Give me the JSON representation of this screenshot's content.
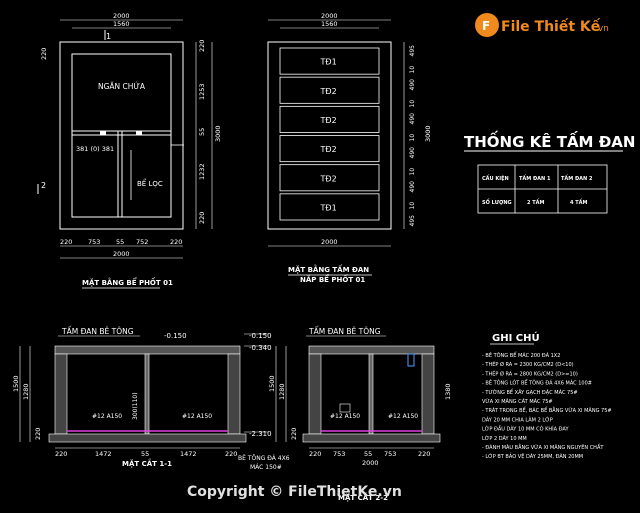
{
  "logo": {
    "text": "File Thiết Kế",
    "suffix": ".vn"
  },
  "copyright": "Copyright © FileThietKe.vn",
  "plan1": {
    "dims_top": [
      "2000",
      "1560"
    ],
    "dims_bottom": [
      "220",
      "753",
      "55",
      "752",
      "220",
      "2000"
    ],
    "dims_left": [
      "220"
    ],
    "dims_right": [
      "220",
      "1253",
      "55",
      "1232",
      "220",
      "3000"
    ],
    "label_ngan_chua": "NGĂN CHỨA",
    "label_be_loc": "BỂ LỌC",
    "label_381": "381 (0) 381",
    "section_mark": "1",
    "section_mark_2": "2",
    "title": "MẶT BẰNG BỂ PHỐT 01"
  },
  "plan2": {
    "dims_top": [
      "2000",
      "1560"
    ],
    "slabs": [
      "TĐ1",
      "TĐ2",
      "TĐ2",
      "TĐ2",
      "TĐ2",
      "TĐ1"
    ],
    "dims_right": [
      "495",
      "10",
      "490",
      "10",
      "490",
      "10",
      "490",
      "10",
      "490",
      "10",
      "495"
    ],
    "dim_total": "3000",
    "dim_bottom": "2000",
    "title_line1": "MẶT BẰNG TẤM ĐAN",
    "title_line2": "NẮP BỂ PHỐT 01"
  },
  "stats": {
    "title": "THỐNG KÊ TẤM ĐAN",
    "headers": [
      "CẤU KIỆN",
      "TẤM ĐAN 1",
      "TẤM ĐAN 2"
    ],
    "row": [
      "SỐ LƯỢNG",
      "2 TẤM",
      "4 TẤM"
    ]
  },
  "section1": {
    "label_slab": "TẤM ĐAN BÊ TÔNG",
    "level_top": "-0.150",
    "level_top2": "-0.150",
    "level_mid": "-0.340",
    "level_bottom": "-2.310",
    "dims_left": [
      "1500",
      "1280",
      "220"
    ],
    "dims_bottom": [
      "220",
      "1472",
      "55",
      "1472",
      "220"
    ],
    "labels_bar": [
      "#12 A150",
      "#12 A150"
    ],
    "label_300": "300(110)",
    "foot_label1": "BÊ TÔNG ĐÁ 4X6",
    "foot_label2": "MÁC 150#",
    "title": "MẶT CẮT 1-1"
  },
  "section2": {
    "label_slab": "TẤM ĐAN BÊ TÔNG",
    "dims_left": [
      "1500",
      "1280",
      "220"
    ],
    "dims_right": [
      "1380"
    ],
    "dims_bottom": [
      "220",
      "753",
      "55",
      "753",
      "220"
    ],
    "dim_total": "2000",
    "labels_bar": [
      "#12 A150",
      "#12 A150"
    ],
    "title": "MẶT CẮT 2-2"
  },
  "notes": {
    "title": "GHI CHÚ",
    "items": [
      "- BÊ TÔNG BỂ MÁC 200 ĐÁ 1X2",
      "- THÉP Ø RA = 2300 KG/CM2 (D<10)",
      "- THÉP Ø RA = 2800 KG/CM2 (D>=10)",
      "- BÊ TÔNG LÓT BỂ TÔNG ĐÁ 4X6 MÁC 100#",
      "- TƯỜNG BỂ XÂY GẠCH ĐẶC MÁC 75#",
      "  VỮA XI MĂNG CÁT MÁC 75#",
      "- TRÁT TRONG BỂ, BÁC BỂ BẰNG VỮA XI MĂNG 75#",
      "  DÀY 20 MM CHIA LÀM 2 LỚP",
      "  LỚP ĐẦU DÀY 10 MM CÓ KHÍA ĐAY",
      "  LỚP 2 DÀY 10 MM",
      "- ĐÁNH MÀU BẰNG VỮA XI MĂNG NGUYÊN CHẤT",
      "- LỚP BT BẢO VỆ DÀY 25MM, ĐÀN 20MM"
    ]
  }
}
